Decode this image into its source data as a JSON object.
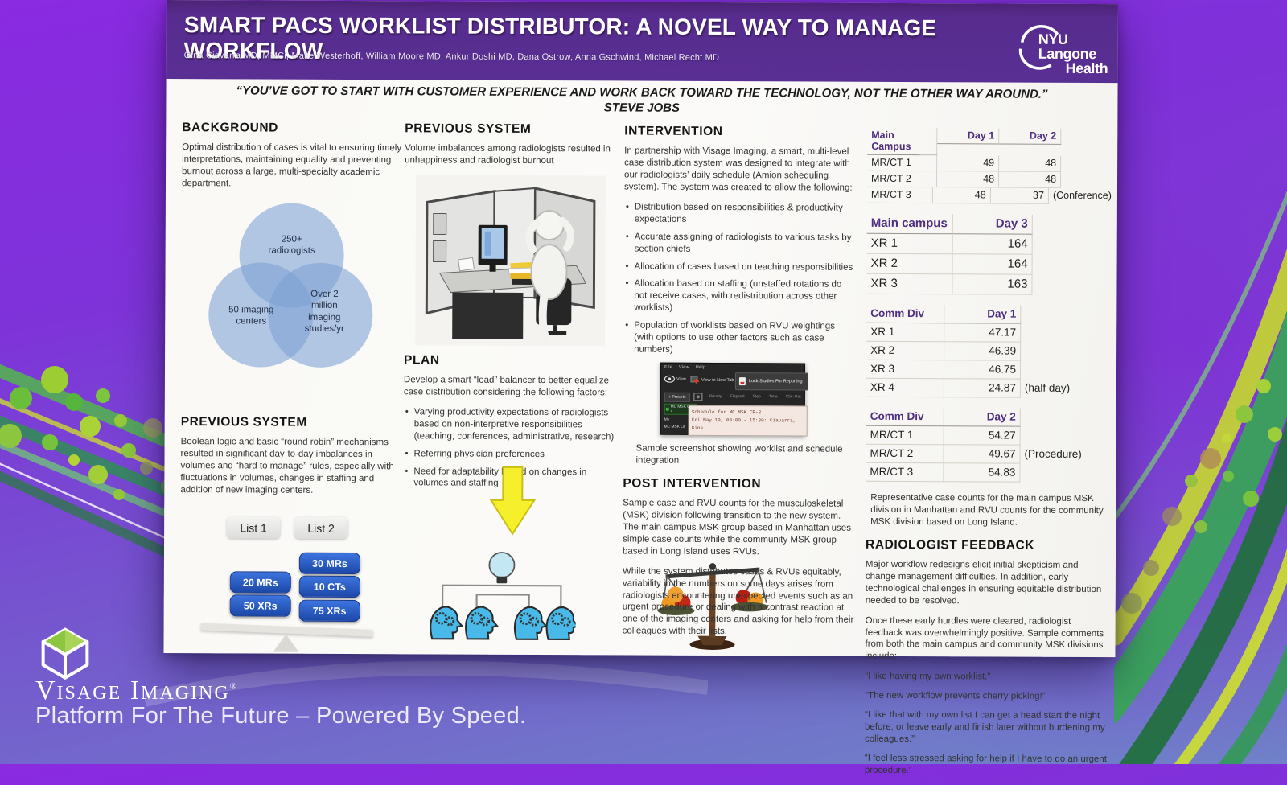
{
  "poster": {
    "header": {
      "title": "SMART PACS WORKLIST DISTRIBUTOR: A NOVEL WAY TO MANAGE WORKFLOW",
      "authors": "Gina Ciavarra MD, MMCi, Malte Westerhoff, William Moore MD, Ankur Doshi MD, Dana Ostrow, Anna Gschwind, Michael Recht MD",
      "logo_line1": "NYU Langone",
      "logo_line2": "Health"
    },
    "quote": {
      "text": "“YOU’VE GOT TO START WITH CUSTOMER EXPERIENCE AND WORK BACK TOWARD THE TECHNOLOGY, NOT THE OTHER WAY AROUND.”",
      "attribution": "STEVE JOBS"
    },
    "background": {
      "heading": "BACKGROUND",
      "body": "Optimal distribution of cases is vital to ensuring timely interpretations, maintaining equality and preventing burnout across a large, multi-specialty academic department.",
      "venn": [
        "250+\nradiologists",
        "50 imaging\ncenters",
        "Over 2\nmillion\nimaging\nstudies/yr"
      ]
    },
    "previous_left": {
      "heading": "PREVIOUS SYSTEM",
      "body": "Boolean logic and basic “round robin” mechanisms resulted in significant day-to-day imbalances in volumes and “hard to manage” rules, especially with fluctuations in volumes, changes in staffing and addition of new imaging centers.",
      "balance": {
        "list1_label": "List 1",
        "list2_label": "List 2",
        "list1_items": [
          "20 MRs",
          "50 XRs"
        ],
        "list2_items": [
          "30 MRs",
          "10 CTs",
          "75 XRs"
        ]
      }
    },
    "previous_mid": {
      "heading": "PREVIOUS SYSTEM",
      "body": "Volume imbalances among radiologists resulted in unhappiness and radiologist burnout"
    },
    "plan": {
      "heading": "PLAN",
      "intro": "Develop a smart “load” balancer to better equalize case distribution considering the following factors:",
      "bullets": [
        "Varying productivity expectations of radiologists based on non-interpretive responsibilities (teaching, conferences, administrative, research)",
        "Referring physician preferences",
        "Need for adaptability based on changes in volumes and staffing"
      ]
    },
    "intervention": {
      "heading": "INTERVENTION",
      "intro": "In partnership with Visage Imaging, a smart, multi-level case distribution system was designed to integrate with our radiologists’ daily schedule (Amion scheduling system). The system was created to allow the following:",
      "bullets": [
        "Distribution based on responsibilities & productivity expectations",
        "Accurate assigning of radiologists to various tasks by section chiefs",
        "Allocation of cases based on teaching responsibilities",
        "Allocation based on staffing (unstaffed rotations do not receive cases, with redistribution across other worklists)",
        "Population of worklists based on RVU weightings (with options to use other factors such as case numbers)"
      ]
    },
    "screenshot": {
      "menu_items": [
        "File",
        "View",
        "Help"
      ],
      "toolbar": {
        "view": "View",
        "view_new_tab": "View in New Tab",
        "lock": "Lock Studies For Reporting"
      },
      "presets": "+ Presets",
      "columns": [
        "Priority",
        "Elapsed",
        "Step",
        "Time",
        "Clin: Pat"
      ],
      "sidebar": [
        "MC MSK CR 2",
        "My",
        "MC MSK La"
      ],
      "tooltip_line1": "Schedule for MC MSK CR-2",
      "tooltip_line2": "Fri May 19, 08:00 - 15:30: Ciavarra, Gina",
      "caption": "Sample screenshot showing worklist and schedule integration"
    },
    "post_intervention": {
      "heading": "POST INTERVENTION",
      "p1": "Sample case and RVU counts for the musculoskeletal (MSK) division following transition to the new system. The main campus MSK group based in Manhattan uses simple case counts while the community MSK group based in Long Island uses RVUs.",
      "p2": "While the system distributes cases & RVUs equitably, variability in the numbers on some days arises from radiologists encountering unexpected events such as an urgent procedure or dealing with a contrast reaction at one of the imaging centers and asking for help from their colleagues with their lists."
    },
    "tables": [
      {
        "headers": [
          "Main Campus",
          "Day 1",
          "Day 2"
        ],
        "rows": [
          [
            "MR/CT 1",
            "49",
            "48",
            ""
          ],
          [
            "MR/CT 2",
            "48",
            "48",
            ""
          ],
          [
            "MR/CT 3",
            "48",
            "37",
            "(Conference)"
          ]
        ]
      },
      {
        "headers": [
          "Main campus",
          "Day 3"
        ],
        "rows": [
          [
            "XR 1",
            "164",
            ""
          ],
          [
            "XR 2",
            "164",
            ""
          ],
          [
            "XR 3",
            "163",
            ""
          ]
        ]
      },
      {
        "headers": [
          "Comm Div",
          "Day 1"
        ],
        "rows": [
          [
            "XR 1",
            "47.17",
            ""
          ],
          [
            "XR 2",
            "46.39",
            ""
          ],
          [
            "XR 3",
            "46.75",
            ""
          ],
          [
            "XR 4",
            "24.87",
            "(half day)"
          ]
        ]
      },
      {
        "headers": [
          "Comm Div",
          "Day 2"
        ],
        "rows": [
          [
            "MR/CT 1",
            "54.27",
            ""
          ],
          [
            "MR/CT 2",
            "49.67",
            "(Procedure)"
          ],
          [
            "MR/CT 3",
            "54.83",
            ""
          ]
        ]
      }
    ],
    "tables_caption": "Representative case counts for the main campus MSK division in Manhattan and RVU counts for the community MSK division based on Long Island.",
    "feedback": {
      "heading": "RADIOLOGIST FEEDBACK",
      "p1": "Major workflow redesigns elicit initial skepticism and change management difficulties. In addition, early technological challenges in ensuring equitable distribution needed to be resolved.",
      "p2": "Once these early hurdles were cleared, radiologist feedback was overwhelmingly positive. Sample comments from both the main campus and community MSK divisions include:",
      "quotes": [
        "“I like having my own worklist.”",
        "“The new workflow prevents cherry picking!”",
        "“I like that with my own list I can get a head start the night before, or leave early and finish later without burdening my colleagues.”",
        "“I feel less stressed asking for help if I have to do an urgent procedure.”"
      ]
    }
  },
  "footer": {
    "brand": "Visage Imaging",
    "registered": "®",
    "tagline": "Platform For The Future – Powered By Speed."
  },
  "colors": {
    "banner_purple": "#572c8e",
    "table_header_purple": "#4f2d7f",
    "pill_blue": "#2257be",
    "arrow_yellow": "#f6ef2c",
    "head_blue": "#48b9e9",
    "brand_green": "#7ac143",
    "venn_blue": "#7ca1d4"
  }
}
